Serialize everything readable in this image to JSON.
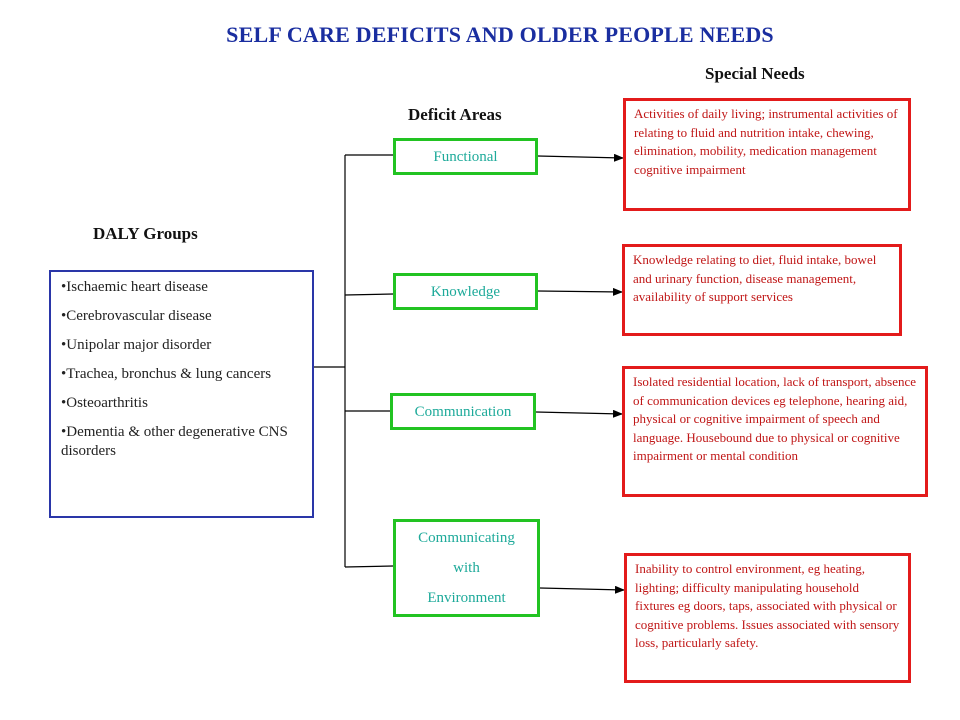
{
  "title": "SELF CARE DEFICITS AND OLDER PEOPLE NEEDS",
  "headings": {
    "special_needs": "Special Needs",
    "deficit_areas": "Deficit Areas",
    "daly_groups": "DALY Groups"
  },
  "daly_groups": [
    "Ischaemic heart disease",
    "Cerebrovascular disease",
    "Unipolar major disorder",
    "Trachea, bronchus & lung cancers",
    "Osteoarthritis",
    "Dementia & other degenerative CNS disorders"
  ],
  "deficit_areas": {
    "functional": "Functional",
    "knowledge": "Knowledge",
    "communication": "Communication",
    "environment": [
      "Communicating",
      "with",
      "Environment"
    ]
  },
  "special_needs": {
    "functional": "Activities of daily living; instrumental activities of relating to fluid and nutrition intake, chewing, elimination, mobility, medication management cognitive impairment",
    "knowledge": "Knowledge relating to diet, fluid intake, bowel and urinary function, disease management, availability of support services",
    "communication": "Isolated residential location, lack of transport, absence of communication devices eg telephone, hearing aid, physical or cognitive impairment of speech and language.  Housebound due to physical or cognitive impairment or mental condition",
    "environment": "Inability to control environment, eg heating, lighting; difficulty manipulating household fixtures eg doors, taps, associated with physical or cognitive problems.  Issues associated with sensory loss, particularly safety."
  },
  "colors": {
    "title": "#1a2ea0",
    "daly_border": "#2a36a8",
    "deficit_border": "#22c322",
    "deficit_text": "#1eaa9a",
    "need_border": "#e31b1b",
    "need_text": "#c01616"
  }
}
